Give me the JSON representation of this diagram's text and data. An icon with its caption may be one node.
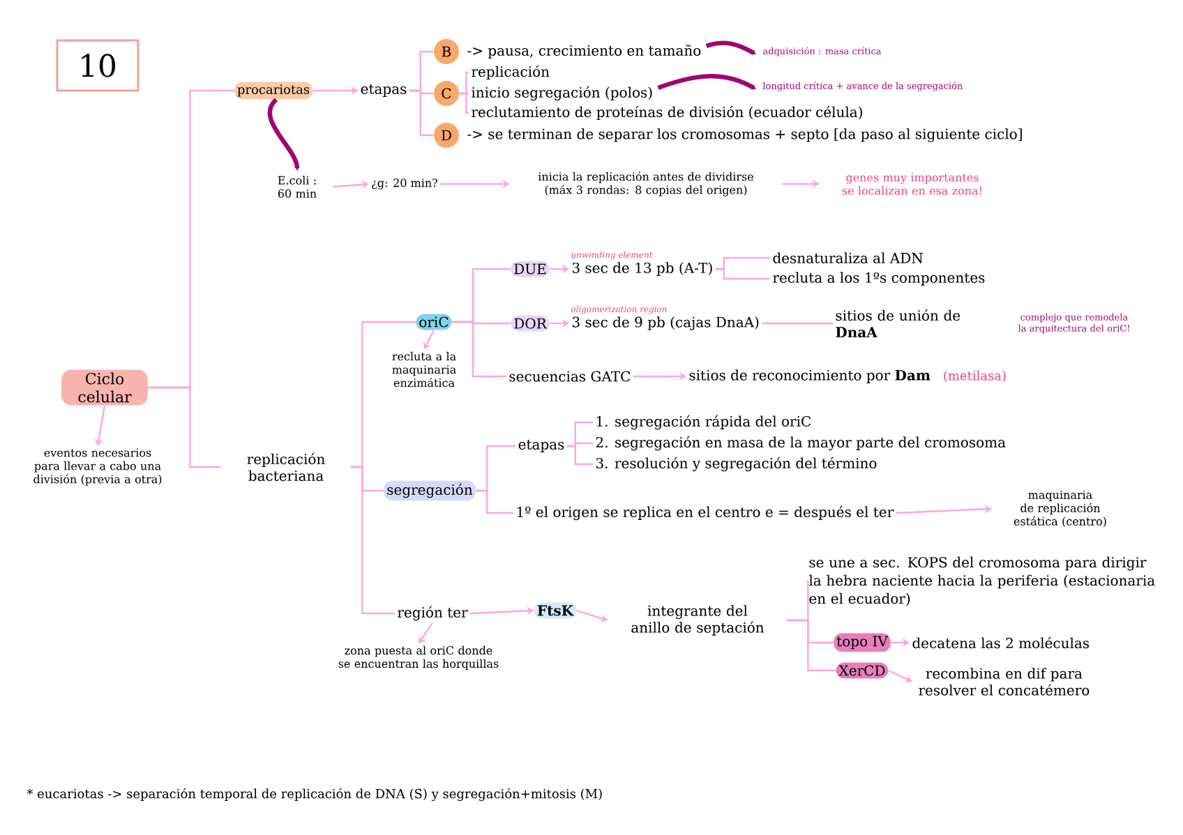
{
  "diagram": {
    "nodes": [
      {
        "text": [
          "10"
        ]
      },
      {
        "text": [
          "Ciclo celular"
        ]
      },
      {
        "text": [
          "eventos necesarios para llevar a cabo una división (previa a otra)"
        ]
      },
      {
        "text": [
          "procariotas"
        ]
      },
      {
        "text": [
          "etapas"
        ]
      },
      {
        "text": [
          "B"
        ]
      },
      {
        "text": [
          "-> pausa, crecimiento en tamaño"
        ]
      },
      {
        "text": [
          "adquisición : masa crítica"
        ]
      },
      {
        "text": [
          "C"
        ]
      },
      {
        "text": [
          "replicación"
        ]
      },
      {
        "text": [
          "inicio segregación (polos)"
        ]
      },
      {
        "text": [
          "reclutamiento de proteínas de división (ecuador célula)"
        ]
      },
      {
        "text": [
          "longitud crítica + avance de la segregación"
        ]
      },
      {
        "text": [
          "D"
        ]
      },
      {
        "text": [
          "-> se terminan de separar los cromosomas + septo [da paso al siguiente ciclo]"
        ]
      },
      {
        "text": [
          "E.coli : 60 min"
        ]
      },
      {
        "text": [
          "¿g: 20 min?"
        ]
      },
      {
        "text": [
          "inicia la replicación antes de dividirse (máx 3 rondas: 8 copias del origen)"
        ]
      },
      {
        "text": [
          "genes muy importantes se localizan en esa zona!"
        ]
      },
      {
        "text": [
          "replicación bacteriana"
        ]
      },
      {
        "text": [
          "oriC"
        ]
      },
      {
        "text": [
          "recluta a la maquinaria enzimática"
        ]
      },
      {
        "text": [
          "DUE"
        ]
      },
      {
        "text": [
          "3 sec de 13 pb (A-T)"
        ],
        "beside": [
          "*unwinding element*"
        ]
      },
      {
        "text": [
          "desnaturaliza al ADN"
        ]
      },
      {
        "text": [
          "recluta a los 1ºs componentes"
        ]
      },
      {
        "text": [
          "DOR"
        ]
      },
      {
        "text": [
          "3 sec de 9 pb (cajas DnaA)"
        ],
        "beside": [
          "*oligomerization region*"
        ]
      },
      {
        "text": [
          "sitios de unión de **DnaA**"
        ]
      },
      {
        "text": [
          "complejo que remodela la arquitectura del oriC!"
        ]
      },
      {
        "text": [
          "secuencias GATC"
        ]
      },
      {
        "text": [
          "sitios de reconocimiento por **Dam**"
        ],
        "beside": [
          "(metilasa)"
        ]
      },
      {
        "text": [
          "segregación"
        ]
      },
      {
        "text": [
          "etapas"
        ]
      },
      {
        "text": [
          "1.   segregación rápida del oriC"
        ]
      },
      {
        "text": [
          "2.   segregación en masa de la mayor parte del cromosoma"
        ]
      },
      {
        "text": [
          "3.   resolución y segregación del término"
        ]
      },
      {
        "text": [
          "1º el origen se replica en el centro e = después el ter"
        ]
      },
      {
        "text": [
          "maquinaria de replicación estática (centro)"
        ]
      },
      {
        "text": [
          "región ter"
        ]
      },
      {
        "text": [
          "zona puesta al oriC donde se encuentran las horquillas"
        ]
      },
      {
        "text": [
          "FtsK"
        ]
      },
      {
        "text": [
          "integrante del anillo de septación"
        ]
      },
      {
        "text": [
          "se une a sec. KOPS del cromosoma para dirigir la hebra naciente hacia la periferia (estacionaria en el ecuador)"
        ]
      },
      {
        "text": [
          "topo IV"
        ]
      },
      {
        "text": [
          "decatena las 2 moléculas"
        ]
      },
      {
        "text": [
          "XerCD"
        ]
      },
      {
        "text": [
          "recombina en dif para resolver el concatémero"
        ]
      }
    ],
    "edges": [
      {
        "from": 1,
        "to": 3,
        "arrow": "none"
      },
      {
        "from": 1,
        "to": 19,
        "arrow": "none"
      },
      {
        "from": 1,
        "to": 2,
        "arrow": "to"
      },
      {
        "from": 3,
        "to": 4,
        "arrow": "to"
      },
      {
        "from": 4,
        "to": 5,
        "arrow": "none"
      },
      {
        "from": 4,
        "to": 8,
        "arrow": "none"
      },
      {
        "from": 4,
        "to": 13,
        "arrow": "none"
      },
      {
        "from": 6,
        "to": 7,
        "arrow": "to",
        "style": "thick",
        "color": "#a0066e"
      },
      {
        "from": 8,
        "to": 9,
        "arrow": "none"
      },
      {
        "from": 8,
        "to": 10,
        "arrow": "none"
      },
      {
        "from": 8,
        "to": 11,
        "arrow": "none"
      },
      {
        "from": 10,
        "to": 12,
        "arrow": "to",
        "style": "thick",
        "color": "#a0066e"
      },
      {
        "from": 3,
        "to": 15,
        "arrow": "to",
        "style": "thick",
        "color": "#a0066e"
      },
      {
        "from": 15,
        "to": 16,
        "arrow": "to"
      },
      {
        "from": 16,
        "to": 17,
        "arrow": "to"
      },
      {
        "from": 17,
        "to": 18,
        "arrow": "to"
      },
      {
        "from": 19,
        "to": 20,
        "arrow": "none"
      },
      {
        "from": 19,
        "to": 32,
        "arrow": "none"
      },
      {
        "from": 19,
        "to": 39,
        "arrow": "none"
      },
      {
        "from": 20,
        "to": 21,
        "arrow": "to"
      },
      {
        "from": 20,
        "to": 22,
        "arrow": "none"
      },
      {
        "from": 20,
        "to": 26,
        "arrow": "none"
      },
      {
        "from": 20,
        "to": 30,
        "arrow": "none"
      },
      {
        "from": 22,
        "to": 23,
        "arrow": "to"
      },
      {
        "from": 23,
        "to": 24,
        "arrow": "none"
      },
      {
        "from": 23,
        "to": 25,
        "arrow": "none"
      },
      {
        "from": 26,
        "to": 27,
        "arrow": "to"
      },
      {
        "from": 27,
        "to": 28,
        "arrow": "none"
      },
      {
        "from": 30,
        "to": 31,
        "arrow": "to"
      },
      {
        "from": 32,
        "to": 33,
        "arrow": "none"
      },
      {
        "from": 32,
        "to": 37,
        "arrow": "none"
      },
      {
        "from": 33,
        "to": 34,
        "arrow": "none"
      },
      {
        "from": 33,
        "to": 35,
        "arrow": "none"
      },
      {
        "from": 33,
        "to": 36,
        "arrow": "none"
      },
      {
        "from": 37,
        "to": 38,
        "arrow": "to"
      },
      {
        "from": 39,
        "to": 40,
        "arrow": "to"
      },
      {
        "from": 39,
        "to": 41,
        "arrow": "to"
      },
      {
        "from": 41,
        "to": 42,
        "arrow": "to"
      },
      {
        "from": 42,
        "to": 43,
        "arrow": "none"
      },
      {
        "from": 42,
        "to": 44,
        "arrow": "none"
      },
      {
        "from": 42,
        "to": 46,
        "arrow": "none"
      },
      {
        "from": 44,
        "to": 45,
        "arrow": "to"
      },
      {
        "from": 46,
        "to": 47,
        "arrow": "to"
      }
    ],
    "labels": [
      "* eucariotas -> separación temporal de replicación de DNA (S) y segregación+mitosis (M)"
    ]
  }
}
